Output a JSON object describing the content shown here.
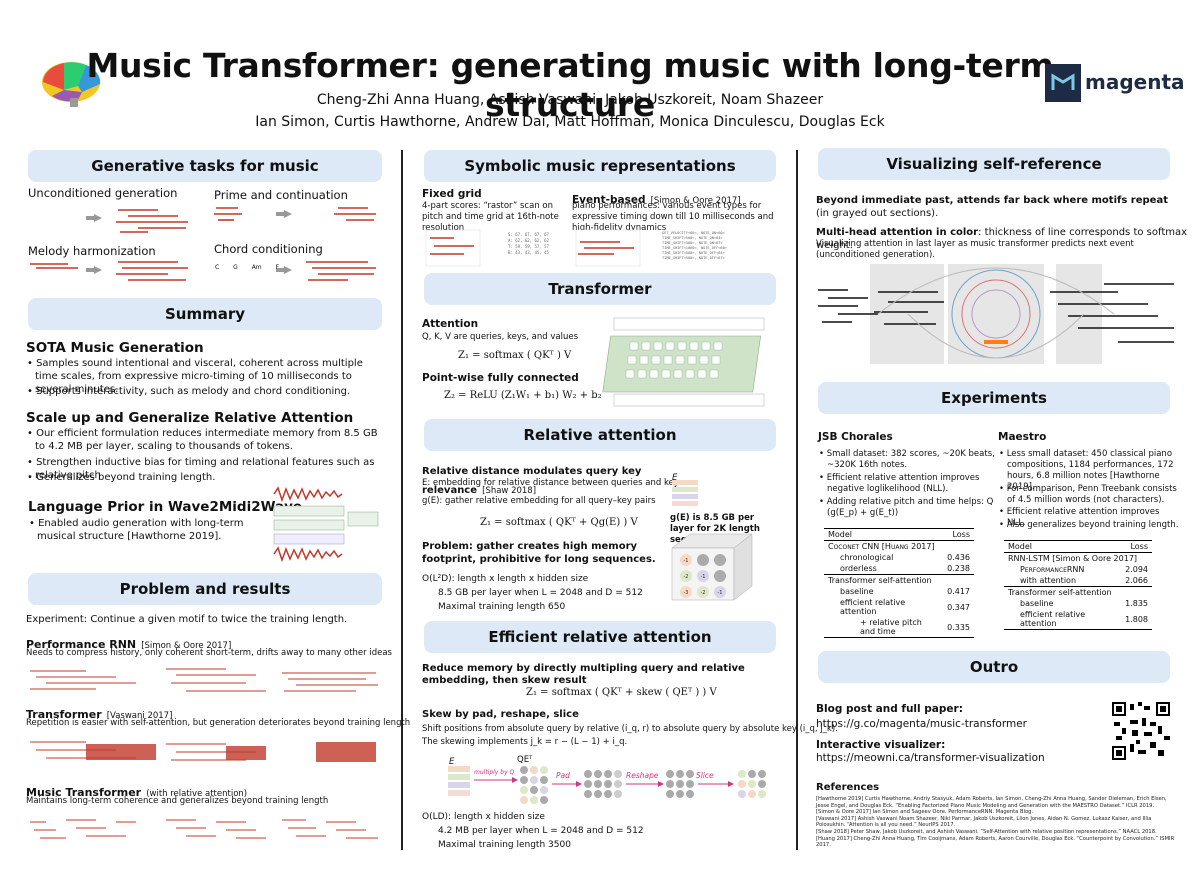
{
  "header": {
    "title": "Music Transformer: generating music with long-term structure",
    "authors_line1": "Cheng-Zhi Anna Huang, Ashish Vaswani, Jakob Uszkoreit, Noam Shazeer",
    "authors_line2": "Ian Simon, Curtis Hawthorne, Andrew Dai, Matt Hoffman, Monica Dinculescu, Douglas Eck",
    "logo_text": "magenta"
  },
  "col1": {
    "gen_header": "Generative tasks for music",
    "gen_tasks": [
      "Unconditioned generation",
      "Prime and continuation",
      "Melody harmonization",
      "Chord conditioning"
    ],
    "chord_labels": [
      "C",
      "G",
      "Am",
      "F"
    ],
    "summary_header": "Summary",
    "sota_title": "SOTA Music Generation",
    "sota_b1": "Samples sound intentional and visceral, coherent across multiple time scales, from expressive micro-timing of 10 milliseconds to several minutes.",
    "sota_b2": "Supports interactivity, such as melody and chord conditioning.",
    "scale_title": "Scale up and Generalize Relative Attention",
    "scale_b1": "Our efficient formulation reduces intermediate memory from 8.5 GB to 4.2 MB per layer, scaling to thousands of tokens.",
    "scale_b2": "Strengthen inductive bias for timing and relational features such as relative pitch",
    "scale_b3": "Generalizes beyond training length.",
    "lang_title": "Language Prior in Wave2Midi2Wave",
    "lang_b1": "Enabled audio generation with long-term musical structure [Hawthorne 2019].",
    "problem_header": "Problem and results",
    "experiment": "Experiment: Continue a given motif to twice the training length.",
    "prnn_title": "Performance RNN",
    "prnn_ref": "[Simon & Oore 2017]",
    "prnn_desc": "Needs to compress history, only coherent short-term, drifts away to many other ideas",
    "tr_title": "Transformer",
    "tr_ref": "[Vaswani 2017]",
    "tr_desc": "Repetition is easier with self-attention, but generation deteriorates beyond training length",
    "mt_title": "Music Transformer",
    "mt_ref": "(with relative attention)",
    "mt_desc": "Maintains long-term coherence and generalizes beyond training length"
  },
  "col2": {
    "sym_header": "Symbolic music representations",
    "fixed_title": "Fixed grid",
    "fixed_desc": "4-part scores: “rastor” scan on pitch and time grid at 16th-note resolution",
    "event_title": "Event-based",
    "event_ref": "[Simon & Oore 2017]",
    "event_desc": "piano performances: various event types for expressive timing down till 10 milliseconds and high-fidelity dynamics",
    "transformer_header": "Transformer",
    "attention_title": "Attention",
    "attention_desc": "Q, K, V are queries, keys, and values",
    "attention_eq": "Z₁ = softmax ( QKᵀ ) V",
    "pw_title": "Point-wise fully connected",
    "pw_eq": "Z₂ = ReLU (Z₁W₁ + b₁) W₂ + b₂",
    "rel_header": "Relative attention",
    "rel_title": "Relative distance modulates query key relevance",
    "rel_ref": "[Shaw 2018]",
    "rel_e": "E: embedding for relative distance between queries and keys",
    "rel_g": "g(E): gather relative embedding for all query–key pairs",
    "rel_eq": "Z₁ = softmax ( QKᵀ + Qg(E) ) V",
    "rel_note": "g(E) is 8.5 GB per layer for 2K length sequence!",
    "rel_problem": "Problem: gather creates high memory footprint, prohibitive for long sequences.",
    "rel_cx": "O(L²D): length x length x hidden size",
    "rel_mem": "8.5 GB per layer when L = 2048 and D = 512",
    "rel_max": "Maximal training length 650",
    "eff_header": "Efficient relative attention",
    "eff_title": "Reduce memory by directly multipling query and relative embedding, then skew result",
    "eff_eq": "Z₁ = softmax ( QKᵀ + skew ( QEᵀ ) ) V",
    "skew_title": "Skew by pad, reshape, slice",
    "skew_desc1": "Shift positions from absolute query by relative (i_q, r) to absolute query by absolute key (i_q, j_k).",
    "skew_desc2": "The skewing implements j_k = r − (L − 1) + i_q.",
    "skew_steps": [
      "multiply by Q",
      "Pad",
      "Reshape",
      "Slice"
    ],
    "eff_cx": "O(LD): length x hidden size",
    "eff_mem": "4.2 MB per layer when L = 2048 and D = 512",
    "eff_max": "Maximal training length 3500"
  },
  "col3": {
    "vis_header": "Visualizing self-reference",
    "vis_p1_bold": "Beyond immediate past, attends far back where motifs repeat",
    "vis_p1_rest": "(in grayed out sections).",
    "vis_p2_bold": "Multi-head attention in color",
    "vis_p2_rest": ": thickness of line corresponds to softmax weight.",
    "vis_p3": "Visualizing attention in last layer as music transformer predicts next event (unconditioned generation).",
    "exp_header": "Experiments",
    "jsb_title": "JSB Chorales",
    "jsb_b1": "Small dataset: 382 scores, ~20K beats, ~320K 16th notes.",
    "jsb_b2": "Efficient relative attention improves negative loglikelihood (NLL).",
    "jsb_b3": "Adding relative pitch and time helps: Q (g(E_p) + g(E_t))",
    "jsb_table": {
      "h_model": "Model",
      "h_loss": "Loss",
      "r1": "Coconet CNN [Huang 2017]",
      "r2": "chronological",
      "r2v": "0.436",
      "r3": "orderless",
      "r3v": "0.238",
      "r4": "Transformer self-attention",
      "r5": "baseline",
      "r5v": "0.417",
      "r6": "efficient relative attention",
      "r6v": "0.347",
      "r7": "+ relative pitch and time",
      "r7v": "0.335"
    },
    "mae_title": "Maestro",
    "mae_b1": "Less small dataset: 450 classical piano compositions, 1184 performances, 172 hours, 6.8 million notes [Hawthorne 2019].",
    "mae_b2": "For comparison, Penn Treebank consists of 4.5 million words (not characters).",
    "mae_b3": "Efficient relative attention improves NLL.",
    "mae_b4": "Also generalizes beyond training length.",
    "mae_table": {
      "h_model": "Model",
      "h_loss": "Loss",
      "r1": "RNN-LSTM [Simon & Oore 2017]",
      "r2": "PerformanceRNN",
      "r2v": "2.094",
      "r3": "with attention",
      "r3v": "2.066",
      "r4": "Transformer self-attention",
      "r5": "baseline",
      "r5v": "1.835",
      "r6": "efficient relative attention",
      "r6v": "1.808"
    },
    "outro_header": "Outro",
    "blog_title": "Blog post and full paper:",
    "blog_url": "https://g.co/magenta/music-transformer",
    "vis_title": "Interactive visualizer:",
    "vis_url": "https://meowni.ca/transformer-visualization",
    "refs_title": "References",
    "refs": [
      "[Hawthorne 2019] Curtis Hawthorne, Andriy Stasyuk, Adam Roberts, Ian Simon, Cheng-Zhi Anna Huang, Sander Dieleman, Erich Elsen, Jesse Engel, and Douglas Eck. “Enabling Factorized Piano Music Modeling and Generation with the MAESTRO Dataset.” ICLR 2019.",
      "[Simon & Oore 2017] Ian Simon and Sageev Oore. PerformanceRNN. Magenta Blog.",
      "[Vaswani 2017] Ashish Vaswani Noam Shazeer, Niki Parmar, Jakob Uszkoreit, Llion Jones, Aidan N. Gomez, Lukasz Kaiser, and Illia Polosukhin. “Attention is all you need.” NeurIPS 2017.",
      "[Shaw 2018] Peter Shaw, Jakob Uszkoreit, and Ashish Vaswani. “Self-Attention with relative position representations.” NAACL 2018.",
      "[Huang 2017] Cheng-Zhi Anna Huang, Tim Cooijmans, Adam Roberts, Aaron Courville, Douglas Eck. “Counterpoint by Convolution.” ISMIR 2017."
    ]
  }
}
